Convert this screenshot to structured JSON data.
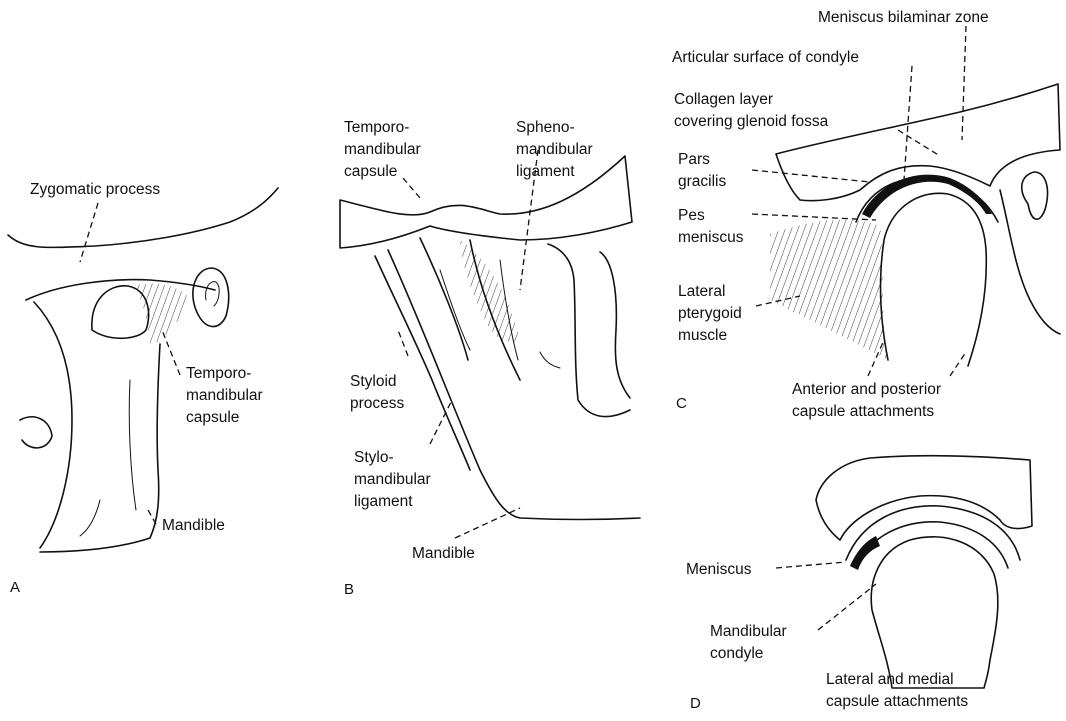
{
  "panels": {
    "A": {
      "letter": "A",
      "labels": {
        "zygomatic_process": "Zygomatic process",
        "capsule_1": "Temporo-",
        "capsule_2": "mandibular",
        "capsule_3": "capsule",
        "mandible": "Mandible"
      }
    },
    "B": {
      "letter": "B",
      "labels": {
        "tm_capsule_1": "Temporo-",
        "tm_capsule_2": "mandibular",
        "tm_capsule_3": "capsule",
        "spheno_1": "Spheno-",
        "spheno_2": "mandibular",
        "spheno_3": "ligament",
        "styloid_1": "Styloid",
        "styloid_2": "process",
        "stylo_1": "Stylo-",
        "stylo_2": "mandibular",
        "stylo_3": "ligament",
        "mandible": "Mandible"
      }
    },
    "C": {
      "letter": "C",
      "labels": {
        "bilaminar": "Meniscus bilaminar zone",
        "articular": "Articular surface of condyle",
        "collagen_1": "Collagen layer",
        "collagen_2": "covering glenoid fossa",
        "pars_1": "Pars",
        "pars_2": "gracilis",
        "pes_1": "Pes",
        "pes_2": "meniscus",
        "lateral_1": "Lateral",
        "lateral_2": "pterygoid",
        "lateral_3": "muscle",
        "attach_1": "Anterior and posterior",
        "attach_2": "capsule attachments"
      }
    },
    "D": {
      "letter": "D",
      "labels": {
        "meniscus": "Meniscus",
        "condyle_1": "Mandibular",
        "condyle_2": "condyle",
        "attach_1": "Lateral and medial",
        "attach_2": "capsule attachments"
      }
    }
  }
}
